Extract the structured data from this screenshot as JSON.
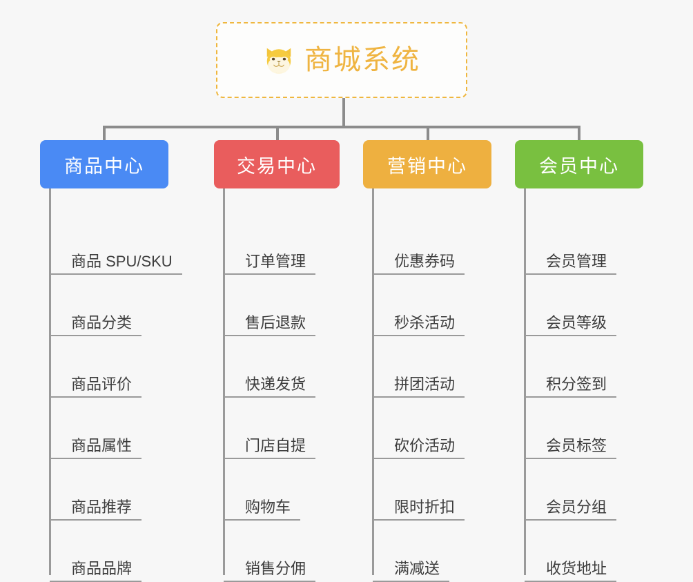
{
  "diagram": {
    "title": "商城系统",
    "type": "organization-tree",
    "background_color": "#f7f7f7",
    "connector_color": "#8c8c8c"
  },
  "root": {
    "label": "商城系统",
    "icon": "shiba-dog-face-icon",
    "text_color": "#efb441",
    "border_color": "#efb73f",
    "border_style": "dashed",
    "background_color": "#fdfdfc"
  },
  "categories": [
    {
      "label": "商品中心",
      "color": "#4a8af4",
      "items": [
        "商品 SPU/SKU",
        "商品分类",
        "商品评价",
        "商品属性",
        "商品推荐",
        "商品品牌"
      ]
    },
    {
      "label": "交易中心",
      "color": "#e95d5d",
      "items": [
        "订单管理",
        "售后退款",
        "快递发货",
        "门店自提",
        "购物车",
        "销售分佣"
      ]
    },
    {
      "label": "营销中心",
      "color": "#eeb040",
      "items": [
        "优惠券码",
        "秒杀活动",
        "拼团活动",
        "砍价活动",
        "限时折扣",
        "满减送"
      ]
    },
    {
      "label": "会员中心",
      "color": "#79c040",
      "items": [
        "会员管理",
        "会员等级",
        "积分签到",
        "会员标签",
        "会员分组",
        "收货地址"
      ]
    }
  ]
}
